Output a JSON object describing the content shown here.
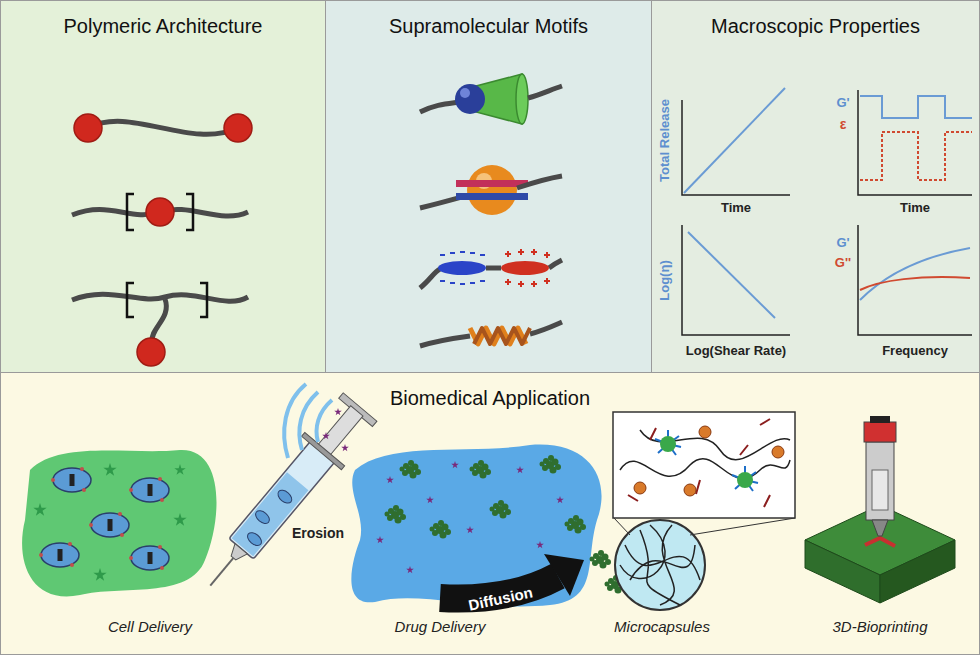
{
  "diagram": {
    "nodes": [
      {
        "text": [
          "Polymeric Architecture"
        ]
      },
      {
        "text": [
          "Supramolecular Motifs"
        ]
      },
      {
        "text": [
          "Macroscopic Properties"
        ]
      },
      {
        "text": [
          "Biomedical Application"
        ]
      }
    ],
    "labels": [
      "Total Release",
      "Time",
      "G'",
      "ε",
      "Time",
      "Log(η)",
      "Log(Shear Rate)",
      "G'",
      "G''",
      "Frequency",
      "Erosion",
      "Diffusion",
      "Cell Delivery",
      "Drug Delivery",
      "Microcapsules",
      "3D-Bioprinting"
    ]
  }
}
